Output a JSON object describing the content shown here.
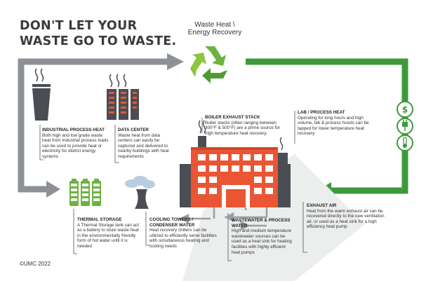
{
  "title": {
    "line1": "DON'T LET YOUR",
    "line2": "WASTE GO TO WASTE."
  },
  "center": {
    "label_line1": "Waste Heat \\",
    "label_line2": "Energy Recovery"
  },
  "sources": [
    {
      "id": "industrial",
      "heading": "INDUSTRIAL PROCESS HEAT",
      "text": "Both high and low grade waste heat from Industrial process loads can be used to provide heat or electricity for district energy systems"
    },
    {
      "id": "datacenter",
      "heading": "DATA CENTER",
      "text": "Waste heat from data centers can easily be captured and delivered to nearby buildings with heat requirements"
    },
    {
      "id": "boiler",
      "heading": "BOILER EXHAUST STACK",
      "text": "Boiler stacks (often ranging between 300°F & 500°F) are a prime source for high temperature heat recovery."
    },
    {
      "id": "lab",
      "heading": "LAB / PROCESS HEAT",
      "text": "Operating for long hours and high volume, lab & process hoods can be tapped for lower temperature heat recovery."
    },
    {
      "id": "exhaust",
      "heading": "EXHAUST AIR",
      "text": "Heat from the warm exhaust air can be recovered directly to the new ventilation air, or used as a heat sink for a high efficiency heat pump"
    },
    {
      "id": "wastewater",
      "heading": "WASTEWATER & PROCESS WATER",
      "text": "High and medium temperature wastewater sources can be used as a heat sink for heating facilities with highly efficient heat pumps"
    },
    {
      "id": "cooling",
      "heading": "COOLING TOWERS / CONDENSER WATER",
      "text": "Heat recovery chillers can be utilized to efficiently serve facilities with simultaneous heating and cooling needs"
    },
    {
      "id": "thermal",
      "heading": "THERMAL STORAGE",
      "text": "A Thermal Storage tank can act as a battery to store waste heat in the environmentally friendly form of hot water until it is needed"
    }
  ],
  "benefit_icons": [
    "dollar-icon",
    "plug-icon",
    "thermometer-icon"
  ],
  "footer": "©UMC 2022",
  "colors": {
    "green": "#3c9a3a",
    "gray": "#8d9196",
    "orange": "#ea5533",
    "dark": "#4a4e54"
  }
}
